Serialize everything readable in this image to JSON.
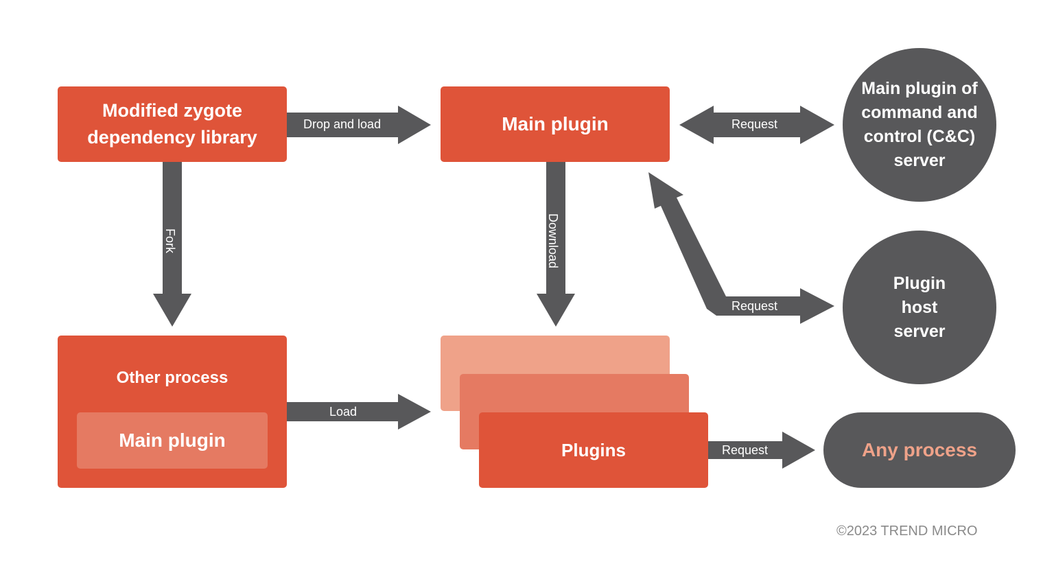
{
  "colors": {
    "primary_box": "#df5439",
    "inner_box": "#e57a62",
    "stack_light": "#efa289",
    "stack_mid": "#e57a62",
    "arrow": "#58585a",
    "server": "#58585a",
    "any_process_text": "#efa289",
    "credit_text": "#8a8a8a"
  },
  "nodes": {
    "zygote_library": "Modified zygote dependency library",
    "main_plugin": "Main plugin",
    "other_process": "Other process",
    "other_process_inner": "Main plugin",
    "plugins": "Plugins",
    "cc_server": "Main plugin of command and control (C&C) server",
    "plugin_host_server": "Plugin host server",
    "any_process": "Any process"
  },
  "edges": {
    "drop_and_load": "Drop and load",
    "request_cc": "Request",
    "fork": "Fork",
    "download": "Download",
    "request_host": "Request",
    "load": "Load",
    "request_any": "Request"
  },
  "credit": "©2023 TREND MICRO"
}
